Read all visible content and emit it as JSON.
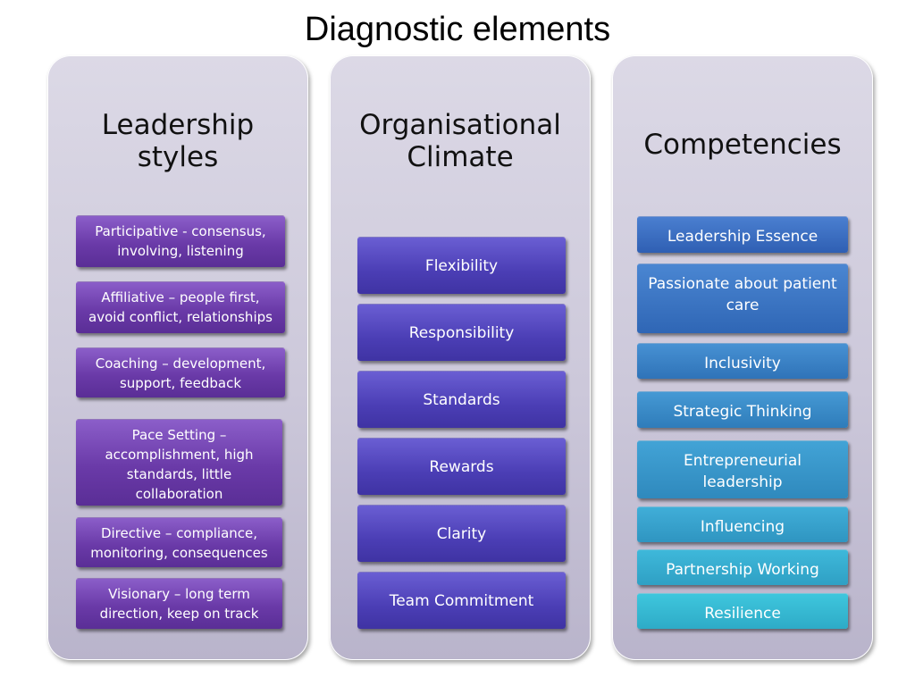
{
  "title": "Diagnostic elements",
  "columns": [
    {
      "heading": "Leadership styles",
      "items": [
        "Participative - consensus, involving, listening",
        "Affiliative – people first, avoid conflict, relationships",
        "Coaching – development, support, feedback",
        "Pace Setting – accomplishment, high standards, little collaboration",
        "Directive – compliance, monitoring, consequences",
        "Visionary – long term direction, keep on track"
      ]
    },
    {
      "heading": "Organisational Climate",
      "items": [
        "Flexibility",
        "Responsibility",
        "Standards",
        "Rewards",
        "Clarity",
        "Team Commitment"
      ]
    },
    {
      "heading": "Competencies",
      "items": [
        "Leadership Essence",
        "Passionate about patient care",
        "Inclusivity",
        "Strategic Thinking",
        "Entrepreneurial leadership",
        "Influencing",
        "Partnership Working",
        "Resilience"
      ]
    }
  ]
}
